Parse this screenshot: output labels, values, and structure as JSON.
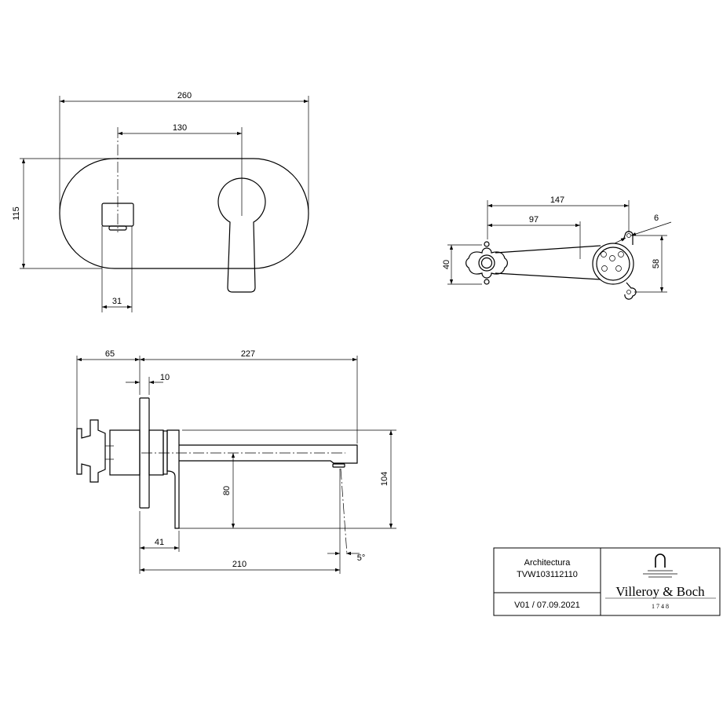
{
  "front_view": {
    "dim_width": "260",
    "dim_centers": "130",
    "dim_height": "115",
    "dim_spout": "31"
  },
  "top_view": {
    "dim_total": "147",
    "dim_mid": "97",
    "dim_hole": "6",
    "dim_flange": "40",
    "dim_body": "58"
  },
  "side_view": {
    "dim_rear": "65",
    "dim_projection": "227",
    "dim_plate": "10",
    "dim_outlet_height": "80",
    "dim_total_height": "104",
    "dim_lever": "41",
    "dim_outlet_reach": "210",
    "dim_angle": "5°"
  },
  "title_block": {
    "series": "Architectura",
    "article_number": "TVW103112110",
    "version_date": "V01 / 07.09.2021",
    "brand": "Villeroy & Boch",
    "brand_year": "1748"
  }
}
